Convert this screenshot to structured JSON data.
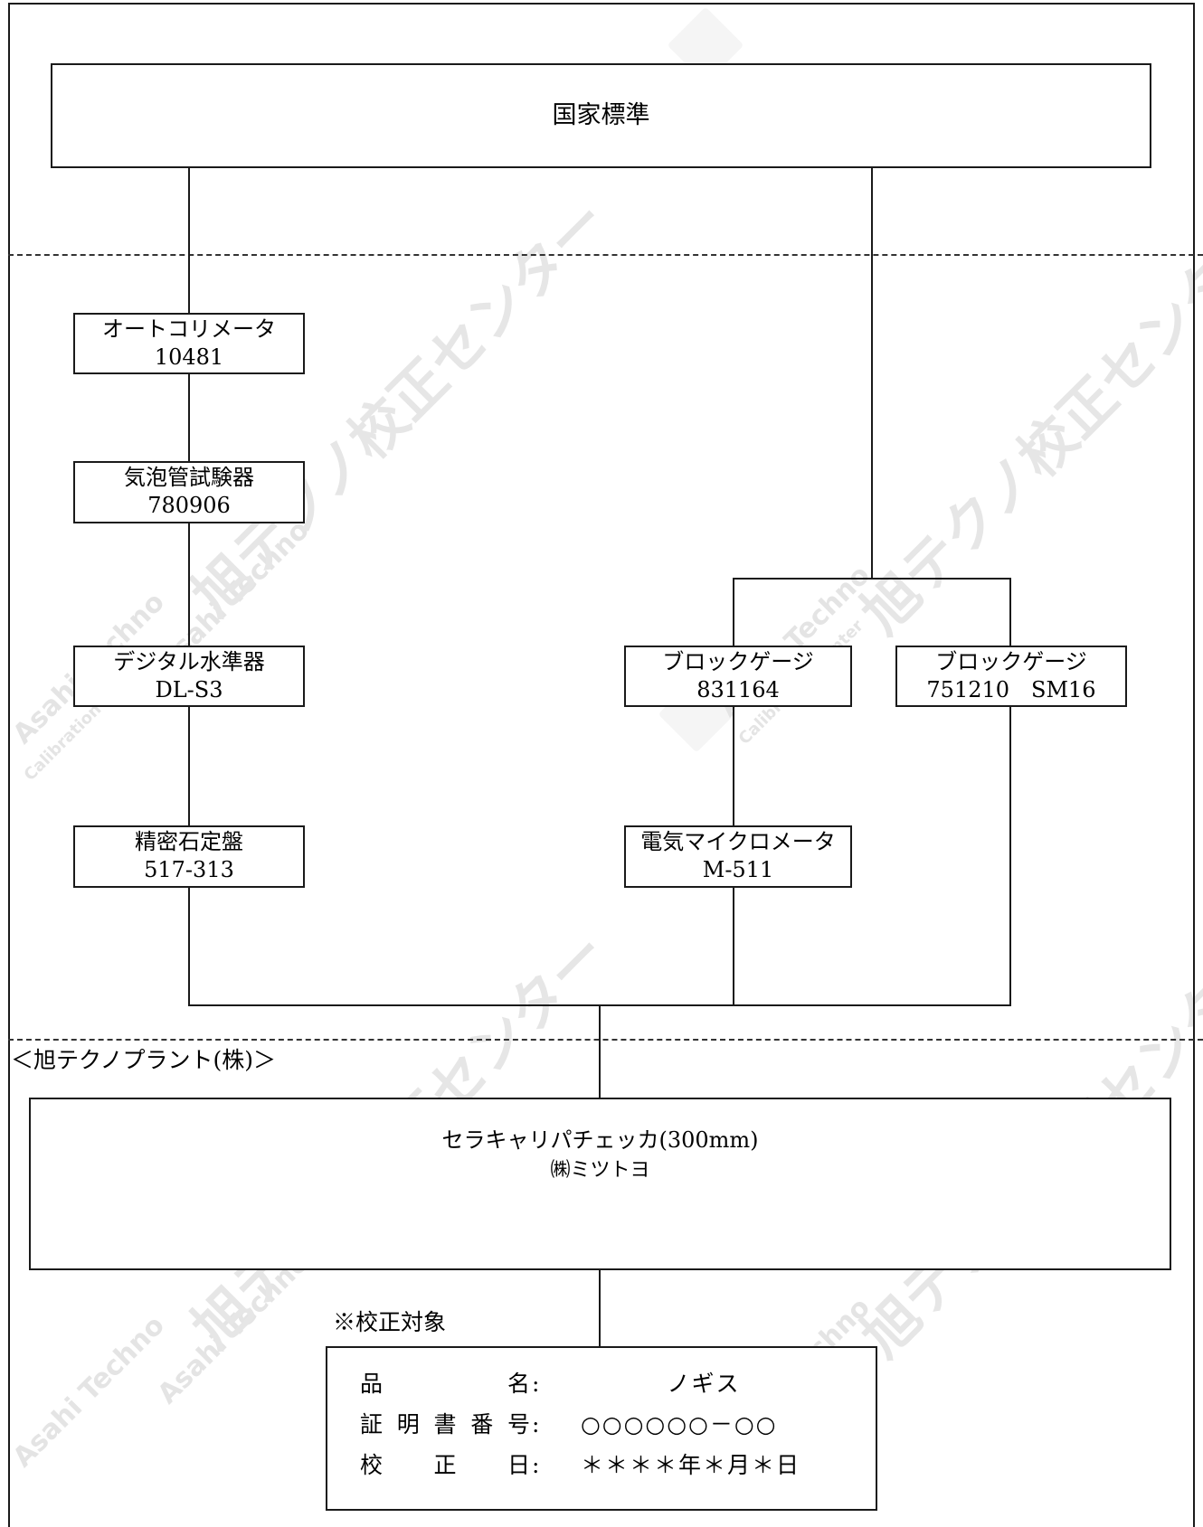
{
  "diagram": {
    "top": "国家標準",
    "left_chain": [
      {
        "name": "オートコリメータ",
        "id": "10481"
      },
      {
        "name": "気泡管試験器",
        "id": "780906"
      },
      {
        "name": "デジタル水準器",
        "id": "DL-S3"
      },
      {
        "name": "精密石定盤",
        "id": "517-313"
      }
    ],
    "block_gauge_a": {
      "name": "ブロックゲージ",
      "id": "831164"
    },
    "block_gauge_b": {
      "name": "ブロックゲージ",
      "id": "751210　SM16"
    },
    "micrometer": {
      "name": "電気マイクロメータ",
      "id": "M-511"
    },
    "section_label": "＜旭テクノプラント(株)＞",
    "working_standard": {
      "name": "セラキャリパチェッカ(300mm)",
      "maker": "㈱ミツトヨ"
    },
    "target_label": "※校正対象",
    "target": {
      "rows": [
        {
          "key": "品名",
          "value": "ノギス"
        },
        {
          "key": "証明書番号",
          "value": "○○○○○○－○○"
        },
        {
          "key": "校正日",
          "value": "＊＊＊＊年＊月＊日"
        }
      ],
      "colon": ":"
    }
  },
  "watermark": {
    "company_en": "Asahi Techno",
    "sub_en": "Calibration Center",
    "company_jp": "旭テクノ校正センター"
  }
}
